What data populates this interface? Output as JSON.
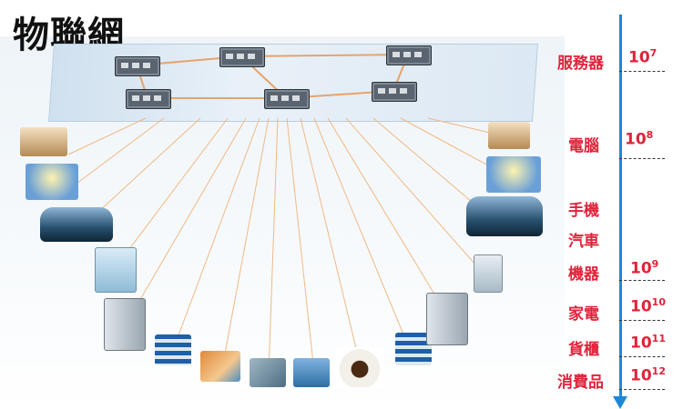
{
  "title": "物聯網",
  "scale": {
    "accent": "#1e88d6",
    "label_color": "#e0233a",
    "categories": [
      "服務器",
      "電腦",
      "手機",
      "汽車",
      "機器",
      "家電",
      "貨櫃",
      "消費品"
    ],
    "magnitudes": [
      {
        "base": "10",
        "exp": "7"
      },
      {
        "base": "10",
        "exp": "8"
      },
      {
        "base": "10",
        "exp": "9"
      },
      {
        "base": "10",
        "exp": "10"
      },
      {
        "base": "10",
        "exp": "11"
      },
      {
        "base": "10",
        "exp": "12"
      }
    ]
  },
  "devices": [
    "person-at-computer",
    "person-on-phone",
    "car",
    "atm",
    "refrigerator",
    "shipping-container",
    "packages",
    "city-aerial",
    "road",
    "coffee-cup",
    "vending-machine"
  ]
}
